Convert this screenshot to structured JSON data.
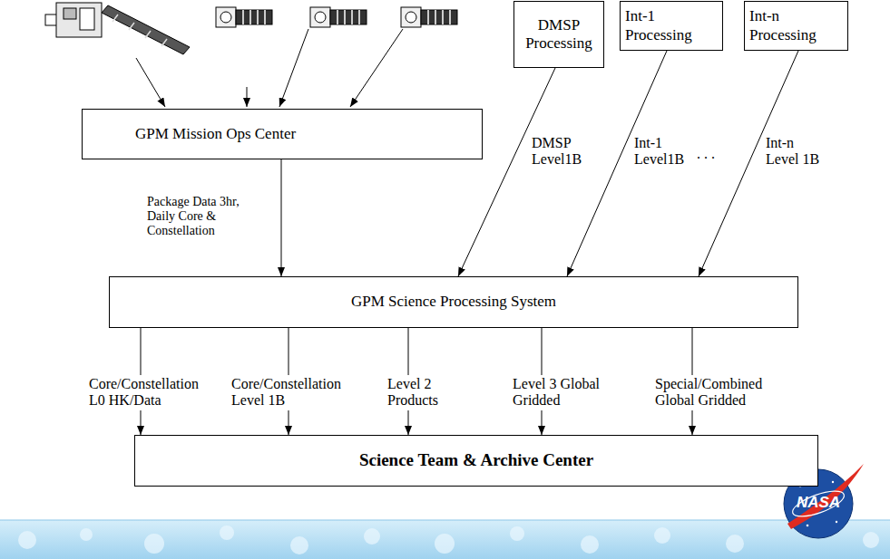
{
  "diagram": {
    "nodes": [
      {
        "text": [
          "DMSP Processing"
        ]
      },
      {
        "text": [
          "Int-1 Processing"
        ]
      },
      {
        "text": [
          "Int-n Processing"
        ]
      },
      {
        "text": [
          "GPM Mission Ops Center"
        ]
      },
      {
        "text": [
          "GPM Science Processing System"
        ]
      },
      {
        "text": [
          "Science Team & Archive Center"
        ]
      }
    ],
    "edges": [
      {
        "from": 3,
        "to": 4,
        "arrow": "to",
        "label": "Package Data 3hr, Daily Core & Constellation"
      },
      {
        "from": 0,
        "to": 4,
        "arrow": "to",
        "label": "DMSP Level1B"
      },
      {
        "from": 1,
        "to": 4,
        "arrow": "to",
        "label": "Int-1 Level1B"
      },
      {
        "from": 2,
        "to": 4,
        "arrow": "to",
        "label": "Int-n Level 1B"
      },
      {
        "from": 4,
        "to": 5,
        "arrow": "to",
        "label": "Core/Constellation L0 HK/Data"
      },
      {
        "from": 4,
        "to": 5,
        "arrow": "to",
        "label": "Core/Constellation Level 1B"
      },
      {
        "from": 4,
        "to": 5,
        "arrow": "to",
        "label": "Level 2 Products"
      },
      {
        "from": 4,
        "to": 5,
        "arrow": "to",
        "label": "Level 3 Global Gridded"
      },
      {
        "from": 4,
        "to": 5,
        "arrow": "to",
        "label": "Special/Combined Global Gridded"
      }
    ],
    "labels": [
      ". . .",
      "NASA"
    ]
  }
}
